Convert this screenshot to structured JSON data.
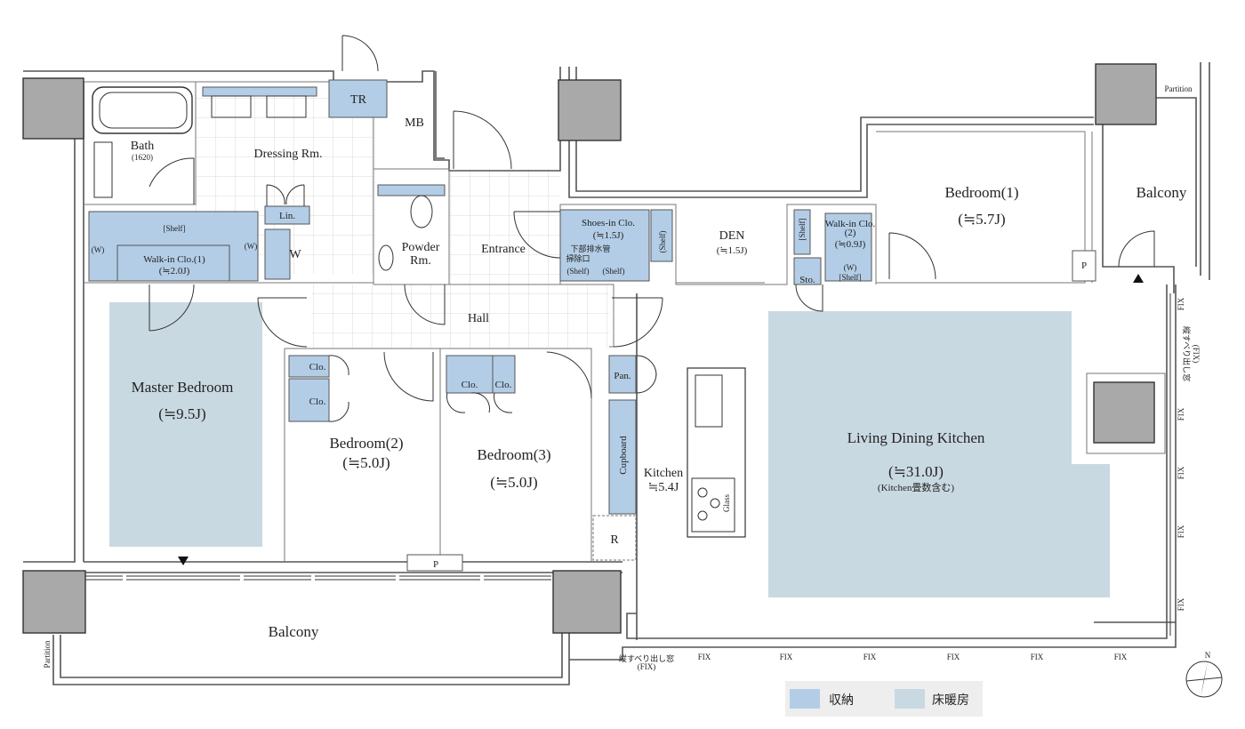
{
  "rooms": {
    "bath": "Bath",
    "bath_size": "(1620)",
    "dressing": "Dressing Rm.",
    "tr": "TR",
    "mb": "MB",
    "lin": "Lin.",
    "w_closet": "W",
    "shelf": "[Shelf]",
    "w_left": "(W)",
    "w_right": "(W)",
    "walkin1": "Walk-in Clo.(1)",
    "walkin1_size": "(≒2.0J)",
    "powder": "Powder",
    "powder2": "Rm.",
    "entrance": "Entrance",
    "shoes": "Shoes-in Clo.",
    "shoes_size": "(≒1.5J)",
    "drain": "下部排水管",
    "drain2": "掃除口",
    "shoes_shelf1": "(Shelf)",
    "shoes_shelf2": "(Shelf)",
    "shoes_shelf3": "(Shelf)",
    "den": "DEN",
    "den_size": "(≒1.5J)",
    "walkin2_shelf": "[Shelf]",
    "walkin2": "Walk-in Clo.",
    "walkin2_num": "(2)",
    "walkin2_size": "(≒0.9J)",
    "walkin2_w": "(W)",
    "walkin2_shelf2": "[Shelf]",
    "sto": "Sto.",
    "bedroom1": "Bedroom(1)",
    "bedroom1_size": "(≒5.7J)",
    "balcony_right": "Balcony",
    "p_right": "P",
    "partition_top": "Partition",
    "hall": "Hall",
    "master": "Master Bedroom",
    "master_size": "(≒9.5J)",
    "clo_a": "Clo.",
    "clo_b": "Clo.",
    "bedroom2": "Bedroom(2)",
    "bedroom2_size": "(≒5.0J)",
    "clo_c": "Clo.",
    "clo_d": "Clo.",
    "bedroom3": "Bedroom(3)",
    "bedroom3_size": "(≒5.0J)",
    "pan": "Pan.",
    "cupboard": "Cupboard",
    "kitchen": "Kitchen",
    "kitchen_size": "≒5.4J",
    "glass": "Glass",
    "r": "R",
    "ldk": "Living Dining Kitchen",
    "ldk_size": "(≒31.0J)",
    "ldk_note": "(Kitchen畳数含む)",
    "p_bottom": "P",
    "balcony_bottom": "Balcony",
    "partition_bottom": "Partition"
  },
  "windows": {
    "bottom_left": "縦すべり出し窓",
    "bottom_left_fix": "(FIX)",
    "fix1": "FIX",
    "fix2": "FIX",
    "fix3": "FIX",
    "fix4": "FIX",
    "fix5": "FIX",
    "fix6": "FIX",
    "r_fix1": "FIX",
    "r_fix2": "FIX",
    "r_fix3": "FIX",
    "r_fix4": "FIX",
    "r_fix5": "FIX",
    "right_vert": "縦すべり出し窓",
    "right_vert_fix": "(FIX)"
  },
  "legend": {
    "storage": "収納",
    "floor_heating": "床暖房",
    "storage_color": "#b3cde6",
    "heating_color": "#c9d9e2"
  },
  "compass": "N"
}
